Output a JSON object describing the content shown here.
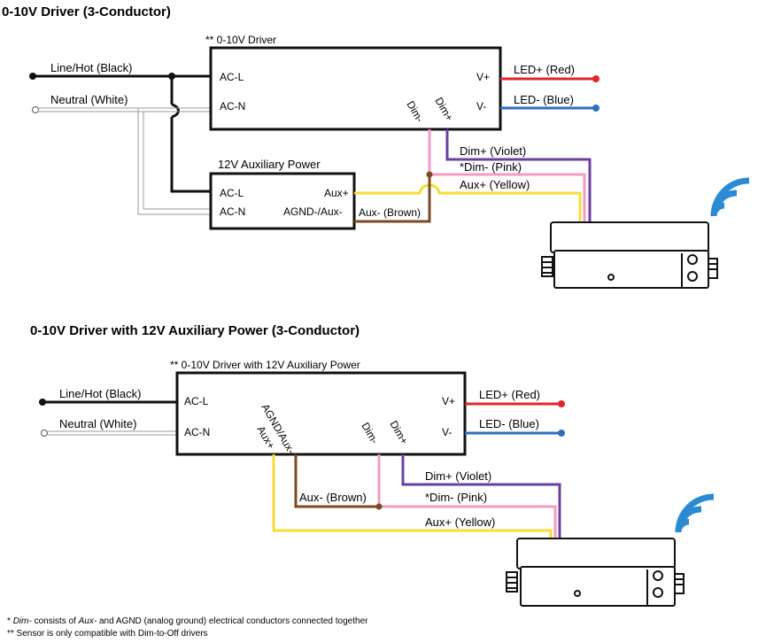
{
  "diagram1": {
    "title": "0-10V Driver (3-Conductor)",
    "driver_title": "** 0-10V Driver",
    "line_hot": "Line/Hot (Black)",
    "neutral": "Neutral (White)",
    "ac_l": "AC-L",
    "ac_n": "AC-N",
    "v_plus": "V+",
    "v_minus": "V-",
    "dim_minus": "Dim-",
    "dim_plus": "Dim+",
    "led_plus": "LED+ (Red)",
    "led_minus": "LED- (Blue)",
    "aux_title": "12V Auxiliary Power",
    "aux_ac_l": "AC-L",
    "aux_ac_n": "AC-N",
    "aux_plus": "Aux+",
    "agnd_aux": "AGND-/Aux-",
    "aux_minus_wire": "Aux- (Brown)",
    "dim_plus_wire": "Dim+ (Violet)",
    "dim_minus_wire": "*Dim- (Pink)",
    "aux_plus_wire": "Aux+ (Yellow)"
  },
  "diagram2": {
    "title": "0-10V Driver with 12V Auxiliary Power (3-Conductor)",
    "driver_title": "** 0-10V Driver with 12V Auxiliary Power",
    "line_hot": "Line/Hot (Black)",
    "neutral": "Neutral (White)",
    "ac_l": "AC-L",
    "ac_n": "AC-N",
    "v_plus": "V+",
    "v_minus": "V-",
    "agnd_aux": "AGND/Aux-",
    "aux_plus": "Aux+",
    "dim_minus": "Dim-",
    "dim_plus": "Dim+",
    "led_plus": "LED+ (Red)",
    "led_minus": "LED- (Blue)",
    "dim_plus_wire": "Dim+ (Violet)",
    "aux_minus_wire": "Aux- (Brown)",
    "dim_minus_wire": "*Dim- (Pink)",
    "aux_plus_wire": "Aux+ (Yellow)"
  },
  "footnotes": {
    "note1_italic": "Dim-",
    "note1_prefix": "*",
    "note1_middle": "consists of",
    "note1_italic2": "Aux-",
    "note1_rest": "and AGND (analog ground) electrical conductors connected together",
    "note2": "** Sensor is only compatible with Dim-to-Off drivers"
  },
  "colors": {
    "black": "#111111",
    "red": "#e3242b",
    "blue": "#2e6fc0",
    "violet": "#6b3fa0",
    "pink": "#f39bc3",
    "yellow": "#f7dd34",
    "brown": "#7a4a24",
    "white_wire": "#b8b8b8",
    "wireless": "#2a8ad4"
  },
  "icons": [
    "wireless-signal-icon",
    "occupancy-sensor-icon"
  ]
}
